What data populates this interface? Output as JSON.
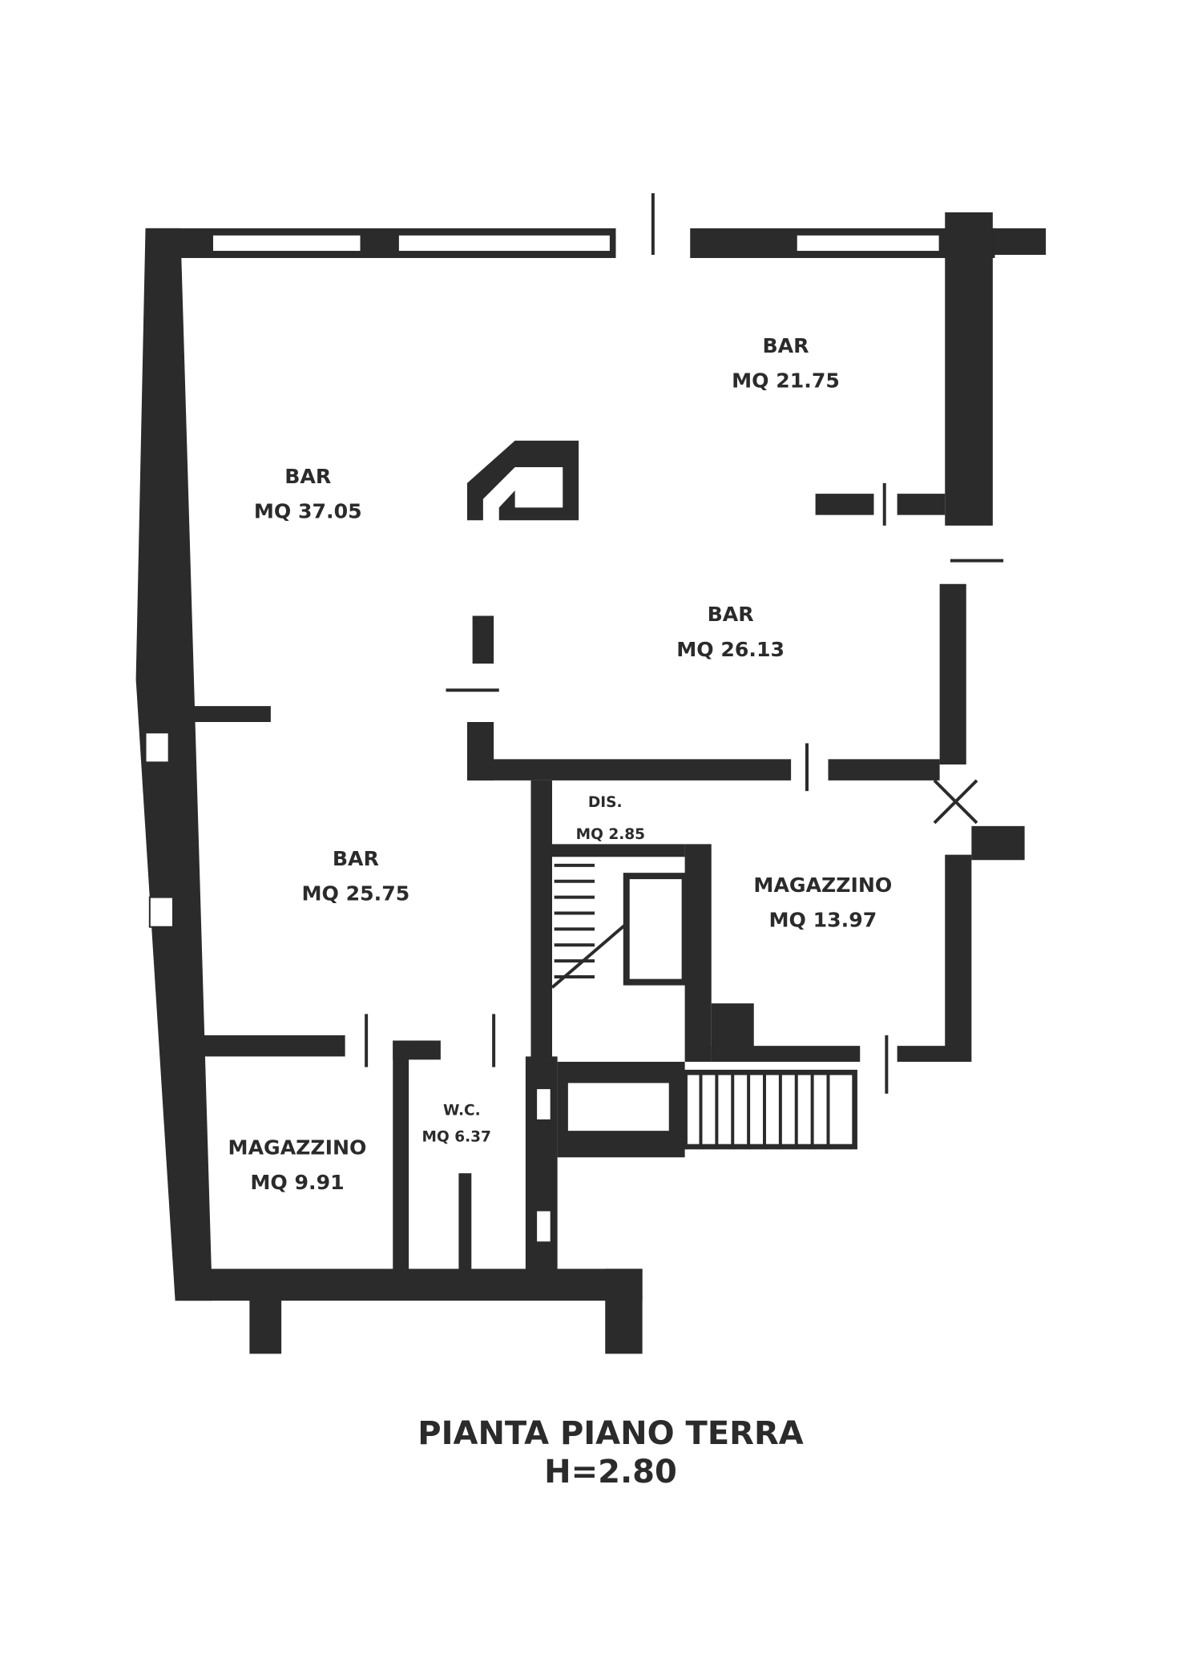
{
  "rooms": [
    {
      "name": "BAR",
      "area": "MQ 21.75"
    },
    {
      "name": "BAR",
      "area": "MQ 37.05"
    },
    {
      "name": "BAR",
      "area": "MQ 26.13"
    },
    {
      "name": "BAR",
      "area": "MQ 25.75"
    },
    {
      "name": "DIS.",
      "area": "MQ 2.85"
    },
    {
      "name": "MAGAZZINO",
      "area": "MQ 13.97"
    },
    {
      "name": "MAGAZZINO",
      "area": "MQ 9.91"
    },
    {
      "name": "W.C.",
      "area": "MQ 6.37"
    }
  ],
  "title": {
    "line1": "PIANTA PIANO TERRA",
    "line2": "H=2.80"
  },
  "colors": {
    "wall": "#2b2b2b",
    "background": "#ffffff"
  }
}
